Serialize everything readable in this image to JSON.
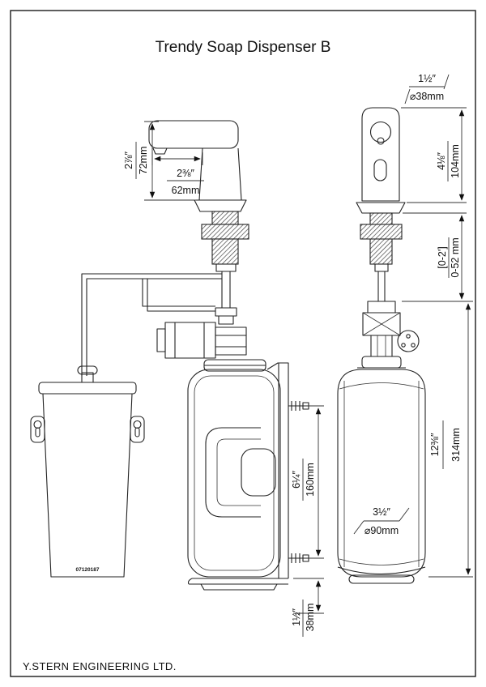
{
  "title": "Trendy Soap Dispenser B",
  "footer": {
    "company": "Y.STERN ENGINEERING LTD."
  },
  "labels": {
    "dim_spout_height_in": "2⅞″",
    "dim_spout_height_mm": "72mm",
    "dim_spout_reach_in": "2⅜″",
    "dim_spout_reach_mm": "62mm",
    "dim_top_dia_in": "1½″",
    "dim_top_dia_mm": "⌀38mm",
    "dim_body_height_in": "4⅛″",
    "dim_body_height_mm": "104mm",
    "dim_thread_range_ft": "[0-2']",
    "dim_thread_range_mm": "0-52 mm",
    "dim_bottle_height_in": "12⅜″",
    "dim_bottle_height_mm": "314mm",
    "dim_bottle_dia_in": "3½″",
    "dim_bottle_dia_mm": "⌀90mm",
    "dim_bracket_span_in": "6¼″",
    "dim_bracket_span_mm": "160mm",
    "dim_bottom_gap_in": "1½″",
    "dim_bottom_gap_mm": "38mm",
    "tank_serial": "07120187"
  }
}
